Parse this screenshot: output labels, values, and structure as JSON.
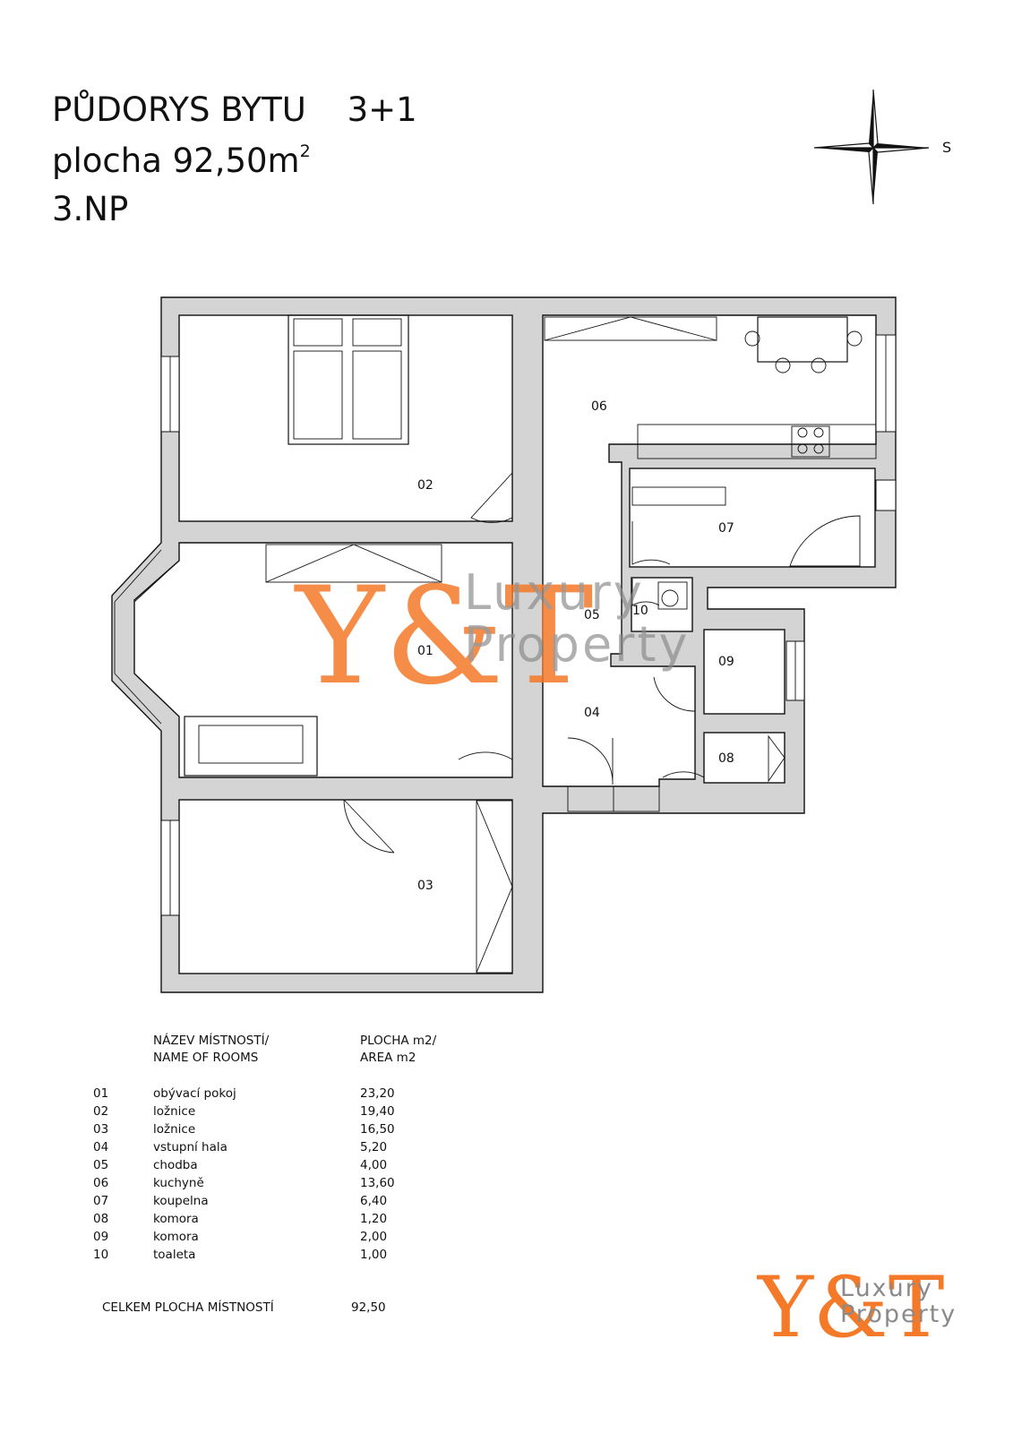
{
  "header": {
    "title": "PŮDORYS BYTU",
    "layout_type": "3+1",
    "area_prefix": "plocha 92,50m",
    "area_sup": "2",
    "floor": "3.NP"
  },
  "compass": {
    "label": "S",
    "icon": "compass-rose-icon"
  },
  "rooms_labels": [
    "01",
    "02",
    "03",
    "04",
    "05",
    "06",
    "07",
    "08",
    "09",
    "10"
  ],
  "watermark": {
    "mark": "Y&T",
    "line1": "Luxury",
    "line2": "Property",
    "color_brand": "#f47a2a",
    "color_text": "#8a8a8a"
  },
  "table": {
    "col1_header_1": "NÁZEV MÍSTNOSTÍ/",
    "col1_header_2": "NAME OF ROOMS",
    "col2_header_1": "PLOCHA m2/",
    "col2_header_2": "AREA m2",
    "rows": [
      {
        "no": "01",
        "name": "obývací pokoj",
        "area": "23,20"
      },
      {
        "no": "02",
        "name": "ložnice",
        "area": "19,40"
      },
      {
        "no": "03",
        "name": "ložnice",
        "area": "16,50"
      },
      {
        "no": "04",
        "name": "vstupní hala",
        "area": "5,20"
      },
      {
        "no": "05",
        "name": "chodba",
        "area": "4,00"
      },
      {
        "no": "06",
        "name": "kuchyně",
        "area": "13,60"
      },
      {
        "no": "07",
        "name": "koupelna",
        "area": "6,40"
      },
      {
        "no": "08",
        "name": "komora",
        "area": "1,20"
      },
      {
        "no": "09",
        "name": "komora",
        "area": "2,00"
      },
      {
        "no": "10",
        "name": "toaleta",
        "area": "1,00"
      }
    ],
    "total_label": "CELKEM PLOCHA  MÍSTNOSTÍ",
    "total_value": "92,50"
  },
  "logo": {
    "mark": "Y&T",
    "line1": "Luxury",
    "line2": "Property"
  }
}
